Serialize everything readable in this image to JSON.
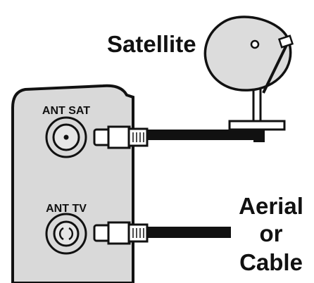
{
  "labels": {
    "satellite": "Satellite",
    "ant_sat": "ANT SAT",
    "ant_tv": "ANT TV",
    "aerial_line1": "Aerial",
    "aerial_line2": "or",
    "aerial_line3": "Cable"
  },
  "colors": {
    "panel_fill": "#d9d9d9",
    "outline": "#111111",
    "socket_fill": "#e6e6e6",
    "plug_fill": "#ffffff",
    "dish_fill": "#dcdcdc"
  }
}
